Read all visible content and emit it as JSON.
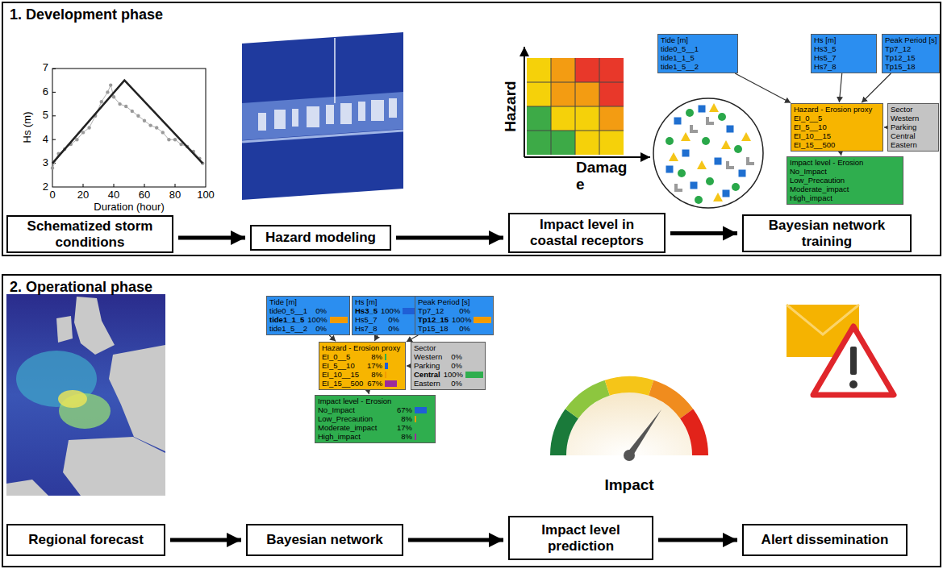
{
  "diagram": {
    "nodes": [
      {
        "text": [
          "1. Development phase"
        ]
      },
      {
        "text": [
          "Schematized storm conditions"
        ],
        "in": 0
      },
      {
        "text": [
          "Hazard modeling"
        ],
        "in": 0
      },
      {
        "text": [
          "Impact level in coastal receptors"
        ],
        "in": 0
      },
      {
        "text": [
          "Bayesian network training"
        ],
        "in": 0
      },
      {
        "text": [
          "Tide [m]",
          "tide0_5__1",
          "tide1_1_5",
          "tide1_5__2"
        ],
        "in": 0
      },
      {
        "text": [
          "Hs [m]",
          "Hs3_5",
          "Hs5_7",
          "Hs7_8"
        ],
        "in": 0
      },
      {
        "text": [
          "Peak Period [s]",
          "Tp7_12",
          "Tp12_15",
          "Tp15_18"
        ],
        "in": 0
      },
      {
        "text": [
          "Hazard - Erosion proxy",
          "EI_0__5",
          "EI_5__10",
          "EI_10__15",
          "EI_15__500"
        ],
        "in": 0
      },
      {
        "text": [
          "Sector",
          "Western",
          "Parking",
          "Central",
          "Eastern"
        ],
        "in": 0
      },
      {
        "text": [
          "Impact level - Erosion",
          "No_Impact",
          "Low_Precaution",
          "Moderate_impact",
          "High_impact"
        ],
        "in": 0
      },
      {
        "text": [
          "2. Operational phase"
        ]
      },
      {
        "text": [
          "Regional forecast"
        ],
        "in": 11
      },
      {
        "text": [
          "Bayesian network"
        ],
        "in": 11
      },
      {
        "text": [
          "Impact level prediction"
        ],
        "in": 11
      },
      {
        "text": [
          "Alert dissemination"
        ],
        "in": 11
      },
      {
        "text": [
          "Tide [m]",
          "tide0_5__1",
          "0%",
          "tide1_1_5",
          "100%",
          "tide1_5__2",
          "0%"
        ],
        "in": 11
      },
      {
        "text": [
          "Hs [m]",
          "Hs3_5",
          "100%",
          "Hs5_7",
          "0%",
          "Hs7_8",
          "0%"
        ],
        "in": 11
      },
      {
        "text": [
          "Peak Period [s]",
          "Tp7_12",
          "0%",
          "Tp12_15",
          "100%",
          "Tp15_18",
          "0%"
        ],
        "in": 11
      },
      {
        "text": [
          "Hazard - Erosion proxy",
          "EI_0__5",
          "8%",
          "EI_5__10",
          "17%",
          "EI_10__15",
          "8%",
          "EI_15__500",
          "67%"
        ],
        "in": 11
      },
      {
        "text": [
          "Sector",
          "Western",
          "0%",
          "Parking",
          "0%",
          "Central",
          "100%",
          "Eastern",
          "0%"
        ],
        "in": 11
      },
      {
        "text": [
          "Impact level - Erosion",
          "No_Impact",
          "67%",
          "Low_Precaution",
          "8%",
          "Moderate_impact",
          "17%",
          "High_impact",
          "8%"
        ],
        "in": 11
      }
    ],
    "edges": [
      {
        "from": 1,
        "to": 2,
        "arrow": "to"
      },
      {
        "from": 2,
        "to": 3,
        "arrow": "to"
      },
      {
        "from": 3,
        "to": 4,
        "arrow": "to"
      },
      {
        "from": 5,
        "to": 8,
        "arrow": "to"
      },
      {
        "from": 6,
        "to": 8,
        "arrow": "to"
      },
      {
        "from": 7,
        "to": 8,
        "arrow": "to"
      },
      {
        "from": 9,
        "to": 8,
        "arrow": "to"
      },
      {
        "from": 8,
        "to": 10,
        "arrow": "to"
      },
      {
        "from": 12,
        "to": 13,
        "arrow": "to"
      },
      {
        "from": 13,
        "to": 14,
        "arrow": "to"
      },
      {
        "from": 14,
        "to": 15,
        "arrow": "to"
      },
      {
        "from": 16,
        "to": 19,
        "arrow": "to"
      },
      {
        "from": 17,
        "to": 19,
        "arrow": "to"
      },
      {
        "from": 18,
        "to": 19,
        "arrow": "to"
      },
      {
        "from": 20,
        "to": 19,
        "arrow": "to"
      },
      {
        "from": 19,
        "to": 21,
        "arrow": "to"
      }
    ],
    "labels": [
      "7",
      "6",
      "5",
      "4",
      "3",
      "2",
      "0",
      "20",
      "40",
      "60",
      "80",
      "100",
      "Hs (m)",
      "Duration (hour)",
      "Hazard",
      "Damag e",
      "Impact"
    ]
  }
}
